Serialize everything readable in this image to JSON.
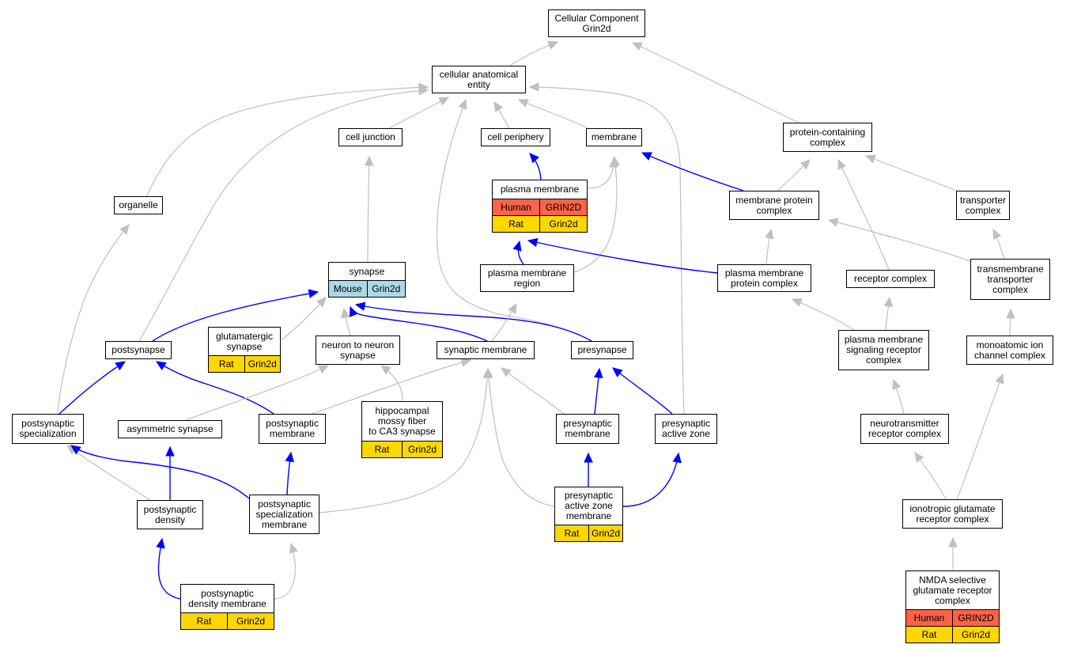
{
  "colors": {
    "human": "#ff6347",
    "rat": "#ffd700",
    "mouse": "#add8e6",
    "edge_gray": "#c0c0c0",
    "edge_blue": "#0000ff"
  },
  "nodes": {
    "cellular_component": {
      "label": "Cellular Component\nGrin2d"
    },
    "cellular_anatomical_entity": {
      "label": "cellular anatomical\nentity"
    },
    "cell_junction": {
      "label": "cell junction"
    },
    "cell_periphery": {
      "label": "cell periphery"
    },
    "membrane": {
      "label": "membrane"
    },
    "protein_containing_complex": {
      "label": "protein-containing\ncomplex"
    },
    "organelle": {
      "label": "organelle"
    },
    "plasma_membrane": {
      "label": "plasma membrane",
      "rows": [
        {
          "species": "Human",
          "gene": "GRIN2D"
        },
        {
          "species": "Rat",
          "gene": "Grin2d"
        }
      ]
    },
    "membrane_protein_complex": {
      "label": "membrane protein\ncomplex"
    },
    "transporter_complex": {
      "label": "transporter\ncomplex"
    },
    "synapse": {
      "label": "synapse",
      "rows": [
        {
          "species": "Mouse",
          "gene": "Grin2d"
        }
      ]
    },
    "plasma_membrane_region": {
      "label": "plasma membrane\nregion"
    },
    "plasma_membrane_protein_complex": {
      "label": "plasma membrane\nprotein complex"
    },
    "receptor_complex": {
      "label": "receptor complex"
    },
    "transmembrane_transporter_complex": {
      "label": "transmembrane\ntransporter\ncomplex"
    },
    "postsynapse": {
      "label": "postsynapse"
    },
    "glutamatergic_synapse": {
      "label": "glutamatergic\nsynapse",
      "rows": [
        {
          "species": "Rat",
          "gene": "Grin2d"
        }
      ]
    },
    "neuron_to_neuron_synapse": {
      "label": "neuron to neuron\nsynapse"
    },
    "synaptic_membrane": {
      "label": "synaptic membrane"
    },
    "presynapse": {
      "label": "presynapse"
    },
    "plasma_membrane_signaling_receptor_complex": {
      "label": "plasma membrane\nsignaling receptor\ncomplex"
    },
    "monoatomic_ion_channel_complex": {
      "label": "monoatomic ion\nchannel complex"
    },
    "hippocampal_mossy_fiber": {
      "label": "hippocampal\nmossy fiber\nto CA3 synapse",
      "rows": [
        {
          "species": "Rat",
          "gene": "Grin2d"
        }
      ]
    },
    "postsynaptic_specialization": {
      "label": "postsynaptic\nspecialization"
    },
    "asymmetric_synapse": {
      "label": "asymmetric synapse"
    },
    "postsynaptic_membrane": {
      "label": "postsynaptic\nmembrane"
    },
    "presynaptic_membrane": {
      "label": "presynaptic\nmembrane"
    },
    "presynaptic_active_zone": {
      "label": "presynaptic\nactive zone"
    },
    "neurotransmitter_receptor_complex": {
      "label": "neurotransmitter\nreceptor complex"
    },
    "postsynaptic_density": {
      "label": "postsynaptic\ndensity"
    },
    "postsynaptic_specialization_membrane": {
      "label": "postsynaptic\nspecialization\nmembrane"
    },
    "presynaptic_active_zone_membrane": {
      "label": "presynaptic\nactive zone\nmembrane",
      "rows": [
        {
          "species": "Rat",
          "gene": "Grin2d"
        }
      ]
    },
    "ionotropic_glutamate_receptor_complex": {
      "label": "ionotropic glutamate\nreceptor complex"
    },
    "postsynaptic_density_membrane": {
      "label": "postsynaptic\ndensity membrane",
      "rows": [
        {
          "species": "Rat",
          "gene": "Grin2d"
        }
      ]
    },
    "nmda_receptor_complex": {
      "label": "NMDA selective\nglutamate receptor\ncomplex",
      "rows": [
        {
          "species": "Human",
          "gene": "GRIN2D"
        },
        {
          "species": "Rat",
          "gene": "Grin2d"
        }
      ]
    }
  },
  "edges": [
    {
      "from": "cellular_anatomical_entity",
      "to": "cellular_component",
      "color": "gray"
    },
    {
      "from": "protein_containing_complex",
      "to": "cellular_component",
      "color": "gray"
    },
    {
      "from": "cell_junction",
      "to": "cellular_anatomical_entity",
      "color": "gray"
    },
    {
      "from": "cell_periphery",
      "to": "cellular_anatomical_entity",
      "color": "gray"
    },
    {
      "from": "membrane",
      "to": "cellular_anatomical_entity",
      "color": "gray"
    },
    {
      "from": "organelle",
      "to": "cellular_anatomical_entity",
      "color": "gray"
    },
    {
      "from": "postsynapse",
      "to": "cellular_anatomical_entity",
      "color": "gray"
    },
    {
      "from": "presynapse",
      "to": "cellular_anatomical_entity",
      "color": "gray"
    },
    {
      "from": "presynaptic_active_zone",
      "to": "cellular_anatomical_entity",
      "color": "gray"
    },
    {
      "from": "plasma_membrane",
      "to": "cell_periphery",
      "color": "blue"
    },
    {
      "from": "plasma_membrane",
      "to": "membrane",
      "color": "gray"
    },
    {
      "from": "plasma_membrane_region",
      "to": "membrane",
      "color": "gray"
    },
    {
      "from": "membrane_protein_complex",
      "to": "membrane",
      "color": "blue"
    },
    {
      "from": "membrane_protein_complex",
      "to": "protein_containing_complex",
      "color": "gray"
    },
    {
      "from": "transporter_complex",
      "to": "protein_containing_complex",
      "color": "gray"
    },
    {
      "from": "receptor_complex",
      "to": "protein_containing_complex",
      "color": "gray"
    },
    {
      "from": "synapse",
      "to": "cell_junction",
      "color": "gray"
    },
    {
      "from": "plasma_membrane_region",
      "to": "plasma_membrane",
      "color": "blue"
    },
    {
      "from": "plasma_membrane_protein_complex",
      "to": "plasma_membrane",
      "color": "blue"
    },
    {
      "from": "plasma_membrane_protein_complex",
      "to": "membrane_protein_complex",
      "color": "gray"
    },
    {
      "from": "transmembrane_transporter_complex",
      "to": "membrane_protein_complex",
      "color": "gray"
    },
    {
      "from": "transmembrane_transporter_complex",
      "to": "transporter_complex",
      "color": "gray"
    },
    {
      "from": "postsynapse",
      "to": "synapse",
      "color": "blue"
    },
    {
      "from": "glutamatergic_synapse",
      "to": "synapse",
      "color": "gray"
    },
    {
      "from": "neuron_to_neuron_synapse",
      "to": "synapse",
      "color": "gray"
    },
    {
      "from": "synaptic_membrane",
      "to": "synapse",
      "color": "blue"
    },
    {
      "from": "presynapse",
      "to": "synapse",
      "color": "blue"
    },
    {
      "from": "synaptic_membrane",
      "to": "plasma_membrane_region",
      "color": "gray"
    },
    {
      "from": "plasma_membrane_signaling_receptor_complex",
      "to": "plasma_membrane_protein_complex",
      "color": "gray"
    },
    {
      "from": "plasma_membrane_signaling_receptor_complex",
      "to": "receptor_complex",
      "color": "gray"
    },
    {
      "from": "monoatomic_ion_channel_complex",
      "to": "transmembrane_transporter_complex",
      "color": "gray"
    },
    {
      "from": "postsynaptic_specialization",
      "to": "organelle",
      "color": "gray"
    },
    {
      "from": "postsynaptic_specialization",
      "to": "postsynapse",
      "color": "blue"
    },
    {
      "from": "postsynaptic_membrane",
      "to": "postsynapse",
      "color": "blue"
    },
    {
      "from": "postsynaptic_membrane",
      "to": "synaptic_membrane",
      "color": "gray"
    },
    {
      "from": "asymmetric_synapse",
      "to": "neuron_to_neuron_synapse",
      "color": "gray"
    },
    {
      "from": "hippocampal_mossy_fiber",
      "to": "neuron_to_neuron_synapse",
      "color": "gray"
    },
    {
      "from": "presynaptic_membrane",
      "to": "synaptic_membrane",
      "color": "gray"
    },
    {
      "from": "presynaptic_membrane",
      "to": "presynapse",
      "color": "blue"
    },
    {
      "from": "presynaptic_active_zone",
      "to": "presynapse",
      "color": "blue"
    },
    {
      "from": "neurotransmitter_receptor_complex",
      "to": "plasma_membrane_signaling_receptor_complex",
      "color": "gray"
    },
    {
      "from": "postsynaptic_density",
      "to": "postsynaptic_specialization",
      "color": "gray"
    },
    {
      "from": "postsynaptic_density",
      "to": "asymmetric_synapse",
      "color": "blue"
    },
    {
      "from": "postsynaptic_specialization_membrane",
      "to": "postsynaptic_specialization",
      "color": "blue"
    },
    {
      "from": "postsynaptic_specialization_membrane",
      "to": "postsynaptic_membrane",
      "color": "blue"
    },
    {
      "from": "postsynaptic_specialization_membrane",
      "to": "synaptic_membrane",
      "color": "gray"
    },
    {
      "from": "presynaptic_active_zone_membrane",
      "to": "synaptic_membrane",
      "color": "gray"
    },
    {
      "from": "presynaptic_active_zone_membrane",
      "to": "presynaptic_membrane",
      "color": "blue"
    },
    {
      "from": "presynaptic_active_zone_membrane",
      "to": "presynaptic_active_zone",
      "color": "blue"
    },
    {
      "from": "ionotropic_glutamate_receptor_complex",
      "to": "neurotransmitter_receptor_complex",
      "color": "gray"
    },
    {
      "from": "ionotropic_glutamate_receptor_complex",
      "to": "monoatomic_ion_channel_complex",
      "color": "gray"
    },
    {
      "from": "postsynaptic_density_membrane",
      "to": "postsynaptic_density",
      "color": "blue"
    },
    {
      "from": "postsynaptic_density_membrane",
      "to": "postsynaptic_specialization_membrane",
      "color": "gray"
    },
    {
      "from": "nmda_receptor_complex",
      "to": "ionotropic_glutamate_receptor_complex",
      "color": "gray"
    }
  ]
}
